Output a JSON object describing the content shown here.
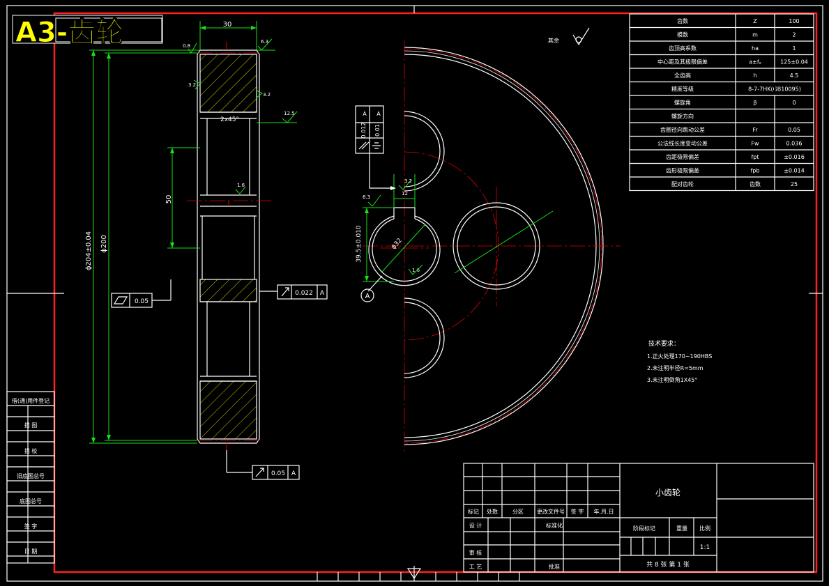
{
  "title_badge": "A3-齿轮",
  "dimensions": {
    "width": "30",
    "od": "ϕ204±0.04",
    "pd": "ϕ200",
    "chamfer": "2x45°",
    "inner": "50",
    "key_depth": "39.5±0.010",
    "rough_top": "0.8",
    "rough_top2": "6.3",
    "rough_a": "3.2",
    "rough_b": "3.2",
    "rough_c": "12.5",
    "rough_d": "1.6",
    "rough_e": "6.3",
    "rough_f": "1.6",
    "rough_g": "3.2",
    "key_width": "12",
    "hole_dia": "ϕ32",
    "rough_h": "1.6"
  },
  "tolerances": {
    "runout_value": "0.022",
    "runout_ref": "A",
    "flat_value": "0.05",
    "runout2_value": "0.05",
    "runout2_ref": "A",
    "parallel_value": "0.012",
    "parallel_ref": "A",
    "sym_value": "0.01",
    "sym_ref": "A",
    "datum": "A"
  },
  "rest_label": "其余",
  "params_table": {
    "rows": [
      {
        "name": "齿数",
        "sym": "Z",
        "val": "100"
      },
      {
        "name": "模数",
        "sym": "m",
        "val": "2"
      },
      {
        "name": "齿顶高系数",
        "sym": "ha",
        "val": "1"
      },
      {
        "name": "中心距及其极限偏差",
        "sym": "a±fₐ",
        "val": "125±0.04"
      },
      {
        "name": "全齿高",
        "sym": "h",
        "val": "4.5"
      },
      {
        "name": "精度等级",
        "sym": "",
        "val": "8-7-7HK(GB10095)"
      },
      {
        "name": "螺旋角",
        "sym": "β",
        "val": "0"
      },
      {
        "name": "螺旋方向",
        "sym": "",
        "val": ""
      },
      {
        "name": "齿圈径向跳动公差",
        "sym": "Fr",
        "val": "0.05"
      },
      {
        "name": "公法线长度变动公差",
        "sym": "Fw",
        "val": "0.036"
      },
      {
        "name": "齿距极限偏差",
        "sym": "fpt",
        "val": "±0.016"
      },
      {
        "name": "齿形极限偏差",
        "sym": "fpb",
        "val": "±0.014"
      },
      {
        "name": "配对齿轮",
        "sym": "齿数",
        "val": "25"
      }
    ]
  },
  "tech_req": {
    "title": "技术要求：",
    "items": [
      "1.正火处理170~190HBS",
      "2.未注明半径R=5mm",
      "3.未注明倒角1X45°"
    ]
  },
  "title_block": {
    "part_name": "小齿轮",
    "rev_headers": [
      "标记",
      "处数",
      "分区",
      "更改文件号",
      "签 字",
      "年.月.日"
    ],
    "design": "设 计",
    "standard": "标准化",
    "check": "审 核",
    "process": "工 艺",
    "approve": "批准",
    "stage": "阶段标记",
    "weight": "重量",
    "scale_label": "比例",
    "scale": "1:1",
    "sheets": "共 8 张   第 1 张"
  },
  "left_strip": [
    "借(通)用件登记",
    "描 图",
    "描 校",
    "旧底图总号",
    "底图总号",
    "签 字",
    "日 期"
  ]
}
